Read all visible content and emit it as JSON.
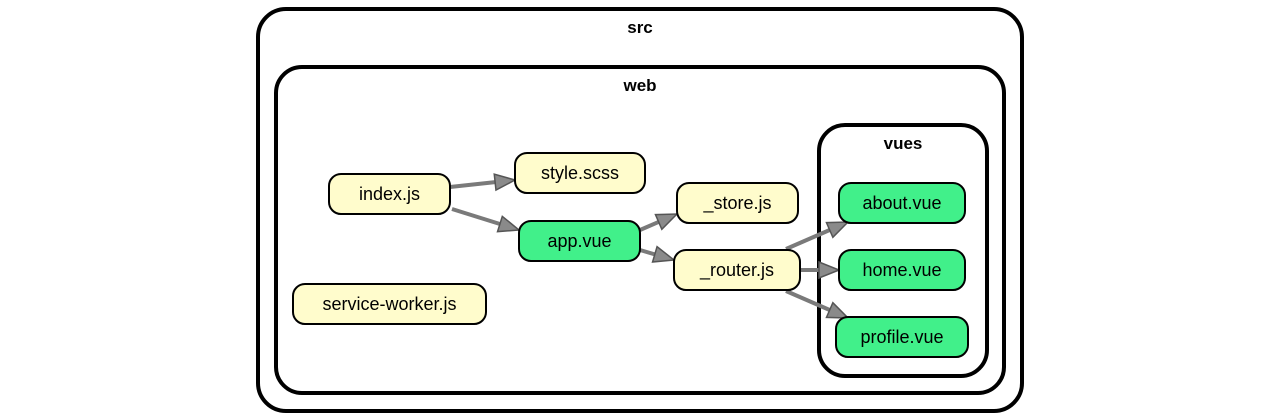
{
  "colors": {
    "js_node": "#fffccc",
    "vue_node": "#41f08a",
    "edge": "#7a7a7a"
  },
  "clusters": {
    "src": {
      "label": "src"
    },
    "web": {
      "label": "web"
    },
    "vues": {
      "label": "vues"
    }
  },
  "nodes": {
    "index": {
      "label": "index.js",
      "kind": "js"
    },
    "style": {
      "label": "style.scss",
      "kind": "js"
    },
    "app": {
      "label": "app.vue",
      "kind": "vue"
    },
    "store": {
      "label": "_store.js",
      "kind": "js"
    },
    "router": {
      "label": "_router.js",
      "kind": "js"
    },
    "sw": {
      "label": "service-worker.js",
      "kind": "js"
    },
    "about": {
      "label": "about.vue",
      "kind": "vue"
    },
    "home": {
      "label": "home.vue",
      "kind": "vue"
    },
    "profile": {
      "label": "profile.vue",
      "kind": "vue"
    }
  },
  "edges": [
    {
      "from": "index",
      "to": "style"
    },
    {
      "from": "index",
      "to": "app"
    },
    {
      "from": "app",
      "to": "store"
    },
    {
      "from": "app",
      "to": "router"
    },
    {
      "from": "router",
      "to": "about"
    },
    {
      "from": "router",
      "to": "home"
    },
    {
      "from": "router",
      "to": "profile"
    }
  ]
}
